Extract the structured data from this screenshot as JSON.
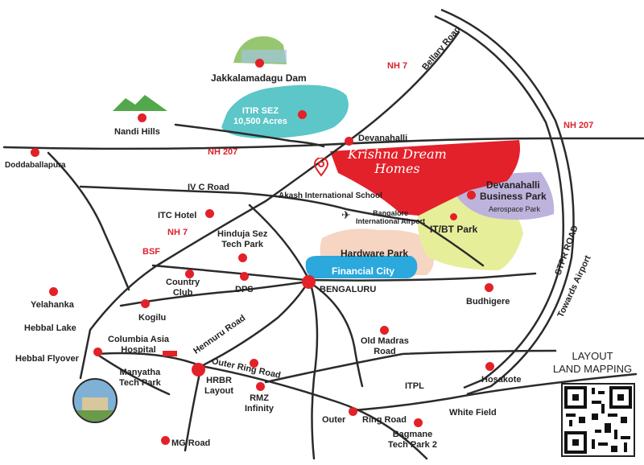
{
  "project": {
    "name_line1": "Krishna Dream",
    "name_line2": "Homes"
  },
  "legend": {
    "line1": "LAYOUT",
    "line2": "LAND MAPPING"
  },
  "colors": {
    "project": "#e3212a",
    "road": "#2b2b2b",
    "pin": "#e32128",
    "sez": "#5cc6c8",
    "it_park": "#e6ee9a",
    "hardware": "#f7d5c3",
    "financial": "#2ba8dc",
    "business": "#bdb3dc"
  },
  "roads": {
    "nh7_top": "NH 7",
    "bellary": "Bellary Road",
    "nh207_right": "NH 207",
    "nh207_left": "NH 207",
    "ivc": "IV C Road",
    "nh7_mid": "NH 7",
    "bsf": "BSF",
    "stpr": "STPR ROAD",
    "towards_airport": "Towards Airport",
    "hennur": "Hennuru Road",
    "outer_ring": "Outer Ring Road",
    "itpl": "ITPL",
    "outer": "Outer",
    "ring_road": "Ring Road"
  },
  "places": {
    "jakkalamadagu": "Jakkalamadagu Dam",
    "itir_line1": "ITIR SEZ",
    "itir_line2": "10,500 Acres",
    "nandi": "Nandi Hills",
    "devanahalli": "Devanahalli",
    "doddaballapura": "Doddaballapura",
    "akash": "Akash International School",
    "airport_line1": "Bangalore",
    "airport_line2": "International Airport",
    "dev_bp_line1": "Devanahalli",
    "dev_bp_line2": "Business Park",
    "aerospace": "Aerospace Park",
    "itbt": "IT/BT Park",
    "itc": "ITC Hotel",
    "hinduja_line1": "Hinduja Sez",
    "hinduja_line2": "Tech Park",
    "hardware": "Hardware Park",
    "financial": "Financial City",
    "country_line1": "Country",
    "country_line2": "Club",
    "dps": "DPS",
    "bengaluru": "BENGALURU",
    "budhigere": "Budhigere",
    "yelahanka": "Yelahanka",
    "hebbal_lake": "Hebbal Lake",
    "kogilu": "Kogilu",
    "columbia_line1": "Columbia Asia",
    "columbia_line2": "Hospital",
    "hebbal_flyover": "Hebbal Flyover",
    "old_madras_line1": "Old Madras",
    "old_madras_line2": "Road",
    "manyatha_line1": "Manyatha",
    "manyatha_line2": "Tech Park",
    "hrbr_line1": "HRBR",
    "hrbr_line2": "Layout",
    "rmz_line1": "RMZ",
    "rmz_line2": "Infinity",
    "hosakote": "Hosakote",
    "white_field": "White Field",
    "bagmane_line1": "Bagmane",
    "bagmane_line2": "Tech Park 2",
    "mg_road": "MG Road"
  }
}
